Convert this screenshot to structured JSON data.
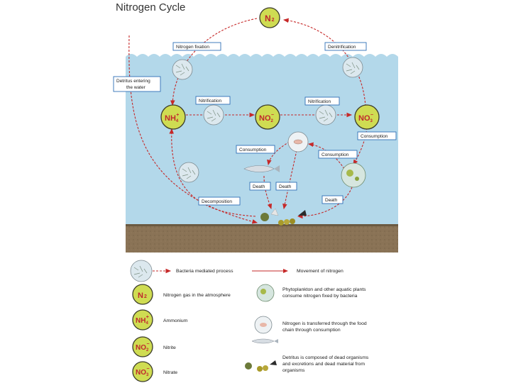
{
  "title": "Nitrogen Cycle",
  "nodes": {
    "n2": {
      "main": "N",
      "sub": "2",
      "sup": ""
    },
    "nh4": {
      "main": "NH",
      "sub": "4",
      "sup": "+"
    },
    "no2": {
      "main": "NO",
      "sub": "2",
      "sup": "−"
    },
    "no3": {
      "main": "NO",
      "sub": "3",
      "sup": "−"
    }
  },
  "labels": {
    "nitrogen_fixation": "Nitrogen fixation",
    "denitrification": "Denitrification",
    "detritus_line1": "Detritus entering",
    "detritus_line2": "the water",
    "nitrification_1": "Nitrification",
    "nitrification_2": "Nitrification",
    "consumption_right": "Consumption",
    "consumption_left": "Consumption",
    "consumption_mid": "Consumption",
    "death_1": "Death",
    "death_2": "Death",
    "death_3": "Death",
    "decomposition": "Decomposition"
  },
  "legend": {
    "bacteria": "Bacteria mediated process",
    "movement": "Movement of nitrogen",
    "n2_desc": "Nitrogen gas in the atmosphere",
    "nh4_desc": "Ammonium",
    "no2_desc": "Nitrite",
    "no3_desc": "Nitrate",
    "phyto_line1": "Phytoplankton and other aquatic plants",
    "phyto_line2": "consume nitrogen fixed by bacteria",
    "food_line1": "Nitrogen is transferred through the food",
    "food_line2": "chain through consumption",
    "detritus_line1": "Detritus is composed of dead organisms",
    "detritus_line2": "and excretions and dead material from",
    "detritus_line3": "organisms"
  },
  "colors": {
    "water": "#b3d8ea",
    "sediment": "#8a7356",
    "arrow": "#c62828",
    "node_fill": "#cfdc52",
    "node_stroke": "#3b3b2a",
    "label_border": "#2f6fb7"
  }
}
